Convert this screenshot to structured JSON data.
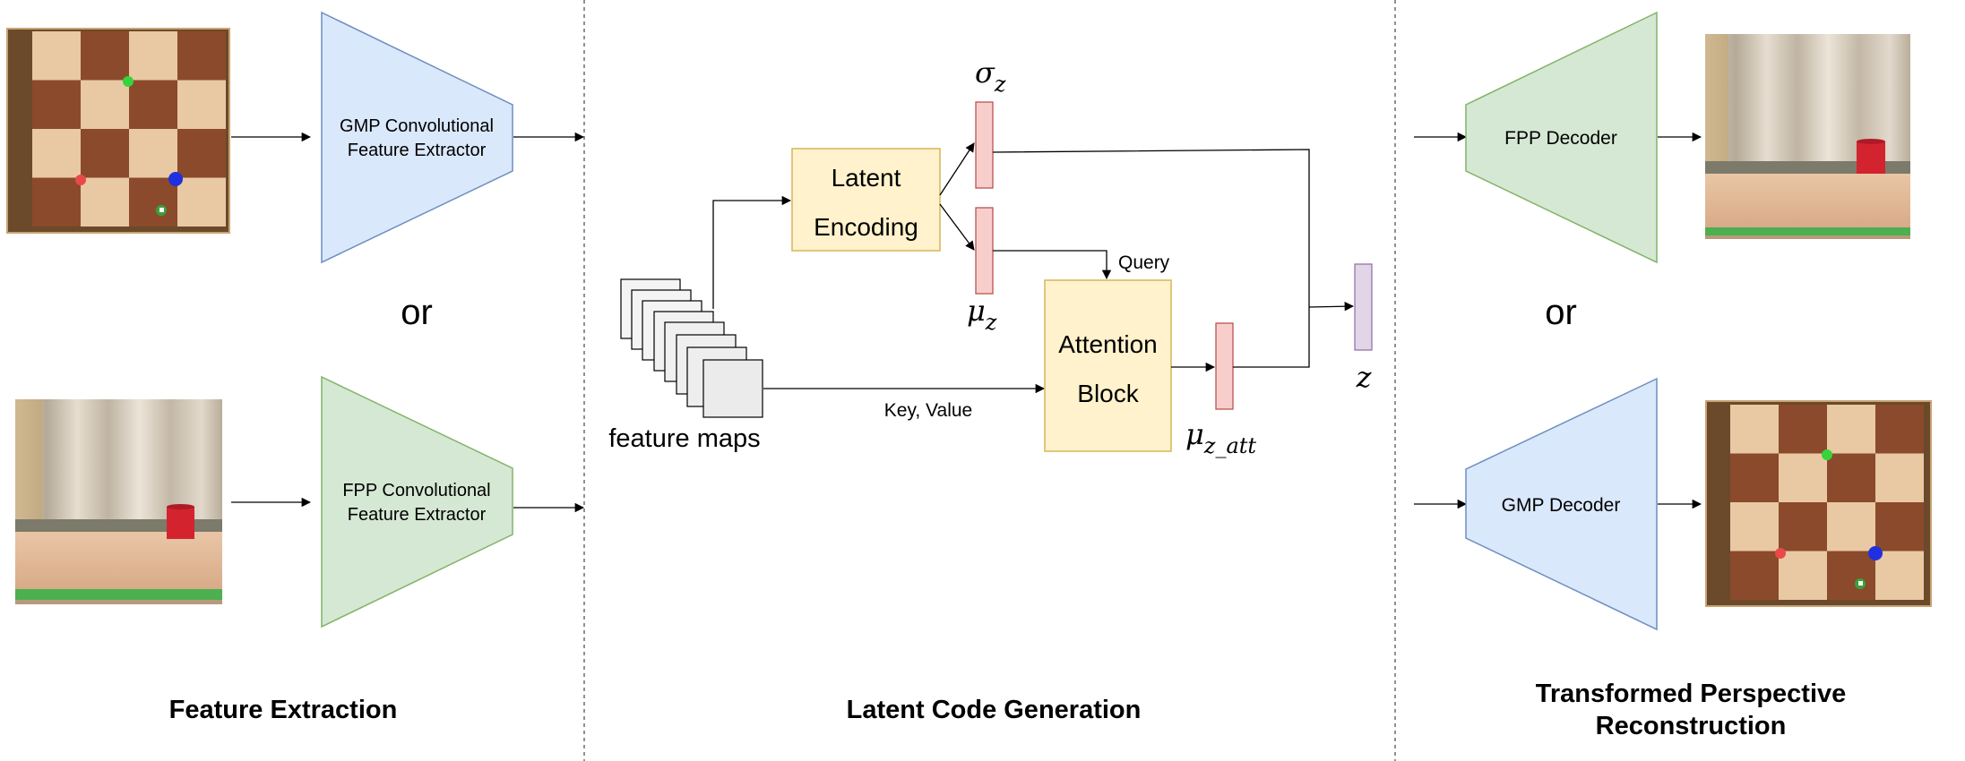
{
  "sections": {
    "feature_extraction": "Feature Extraction",
    "latent_code_generation": "Latent Code Generation",
    "reconstruction_line1": "Transformed Perspective",
    "reconstruction_line2": "Reconstruction"
  },
  "or_label": "or",
  "extractors": {
    "gmp_line1": "GMP Convolutional",
    "gmp_line2": "Feature Extractor",
    "fpp_line1": "FPP Convolutional",
    "fpp_line2": "Feature Extractor"
  },
  "decoders": {
    "fpp": "FPP Decoder",
    "gmp": "GMP Decoder"
  },
  "latent": {
    "encoding_line1": "Latent",
    "encoding_line2": "Encoding",
    "attention_line1": "Attention",
    "attention_line2": "Block",
    "feature_maps": "feature maps",
    "query": "Query",
    "key_value": "Key, Value",
    "sigma_symbol": "σ",
    "sigma_sub": "z",
    "mu_symbol": "μ",
    "mu_sub": "z",
    "mu_att_sub": "z_att",
    "z_symbol": "z"
  },
  "colors": {
    "gmp_blue_fill": "#dae8fc",
    "gmp_blue_stroke": "#6c8ebf",
    "fpp_green_fill": "#d5e8d4",
    "fpp_green_stroke": "#82b366",
    "box_yellow_fill": "#fff2cc",
    "box_yellow_stroke": "#d6b656",
    "vector_red_fill": "#f8cecc",
    "vector_red_stroke": "#b85450",
    "vector_purple_fill": "#e1d5e7",
    "vector_purple_stroke": "#9673a6",
    "board_dark": "#8b4a2b",
    "board_light": "#e8c9a3"
  }
}
